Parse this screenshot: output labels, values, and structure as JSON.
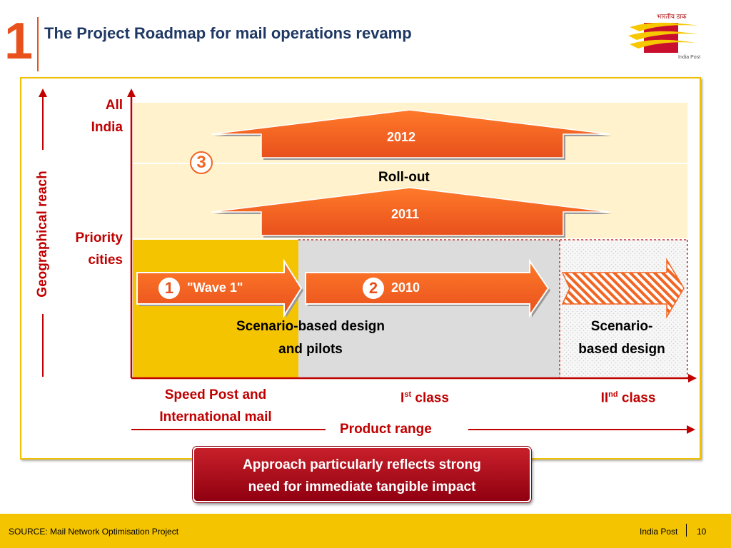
{
  "header": {
    "slide_number": "1",
    "title": "The Project Roadmap for mail operations revamp",
    "logo_hindi": "भारतीय डाक",
    "logo_caption": "India Post"
  },
  "axes": {
    "y_label": "Geographical reach",
    "y_levels": [
      "All India",
      "Priority cities"
    ],
    "x_label": "Product range",
    "x_categories": [
      {
        "line1": "Speed Post and",
        "line2": "International mail"
      },
      {
        "base": "I",
        "sup": "st",
        "rest": " class"
      },
      {
        "base": "II",
        "sup": "nd",
        "rest": " class"
      }
    ]
  },
  "arrows": {
    "wave1_label": "\"Wave 1\"",
    "wave2_label": "2010",
    "rollout_2011": "2011",
    "rollout_2012": "2012",
    "rollout_label": "Roll-out"
  },
  "markers": [
    "1",
    "2",
    "3"
  ],
  "descriptions": {
    "pilot_line1": "Scenario-based design",
    "pilot_line2": "and pilots",
    "design_line1": "Scenario-",
    "design_line2": "based design"
  },
  "callout": {
    "line1": "Approach particularly reflects strong",
    "line2": "need for immediate tangible impact"
  },
  "footer": {
    "source": "SOURCE: Mail Network Optimisation Project",
    "brand": "India Post",
    "page": "10"
  },
  "colors": {
    "accent_orange": "#f26522",
    "axis_red": "#c00000",
    "title_navy": "#1f3864",
    "band_yellow": "#f5c400",
    "band_cream": "#fff2cc",
    "band_gray": "#dcdcdc"
  }
}
